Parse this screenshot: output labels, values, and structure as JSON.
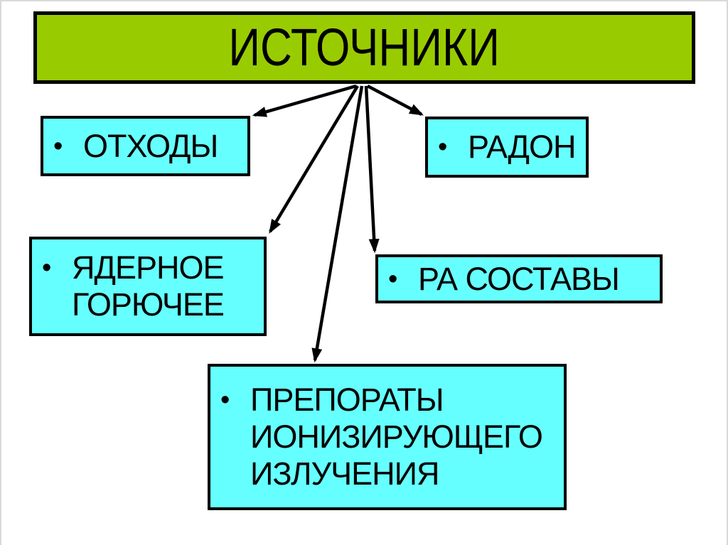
{
  "slide": {
    "title": {
      "text": "ИСТОЧНИКИ"
    },
    "nodes": [
      {
        "id": "otkhody",
        "bullet": "•",
        "label": "ОТХОДЫ"
      },
      {
        "id": "radon",
        "bullet": "•",
        "label": "РАДОН"
      },
      {
        "id": "yadernoe-goryuchee",
        "bullet": "•",
        "label": "ЯДЕРНОЕ ГОРЮЧЕЕ"
      },
      {
        "id": "ra-sostavy",
        "bullet": "•",
        "label": "РА СОСТАВЫ"
      },
      {
        "id": "preparaty-ioniziruyushchego-izlucheniya",
        "bullet": "•",
        "label": "ПРЕПОРАТЫ ИОНИЗИРУЮЩЕГО ИЗЛУЧЕНИЯ"
      }
    ],
    "edges": [
      {
        "from": "istochniki",
        "to": "otkhody"
      },
      {
        "from": "istochniki",
        "to": "radon"
      },
      {
        "from": "istochniki",
        "to": "yadernoe-goryuchee"
      },
      {
        "from": "istochniki",
        "to": "ra-sostavy"
      },
      {
        "from": "istochniki",
        "to": "preparaty-ioniziruyushchego-izlucheniya"
      }
    ],
    "colors": {
      "title_fill": "#99cc00",
      "node_fill": "#66ffff",
      "stroke": "#000000",
      "frame": "#d9d9d9",
      "background": "#ffffff"
    }
  }
}
